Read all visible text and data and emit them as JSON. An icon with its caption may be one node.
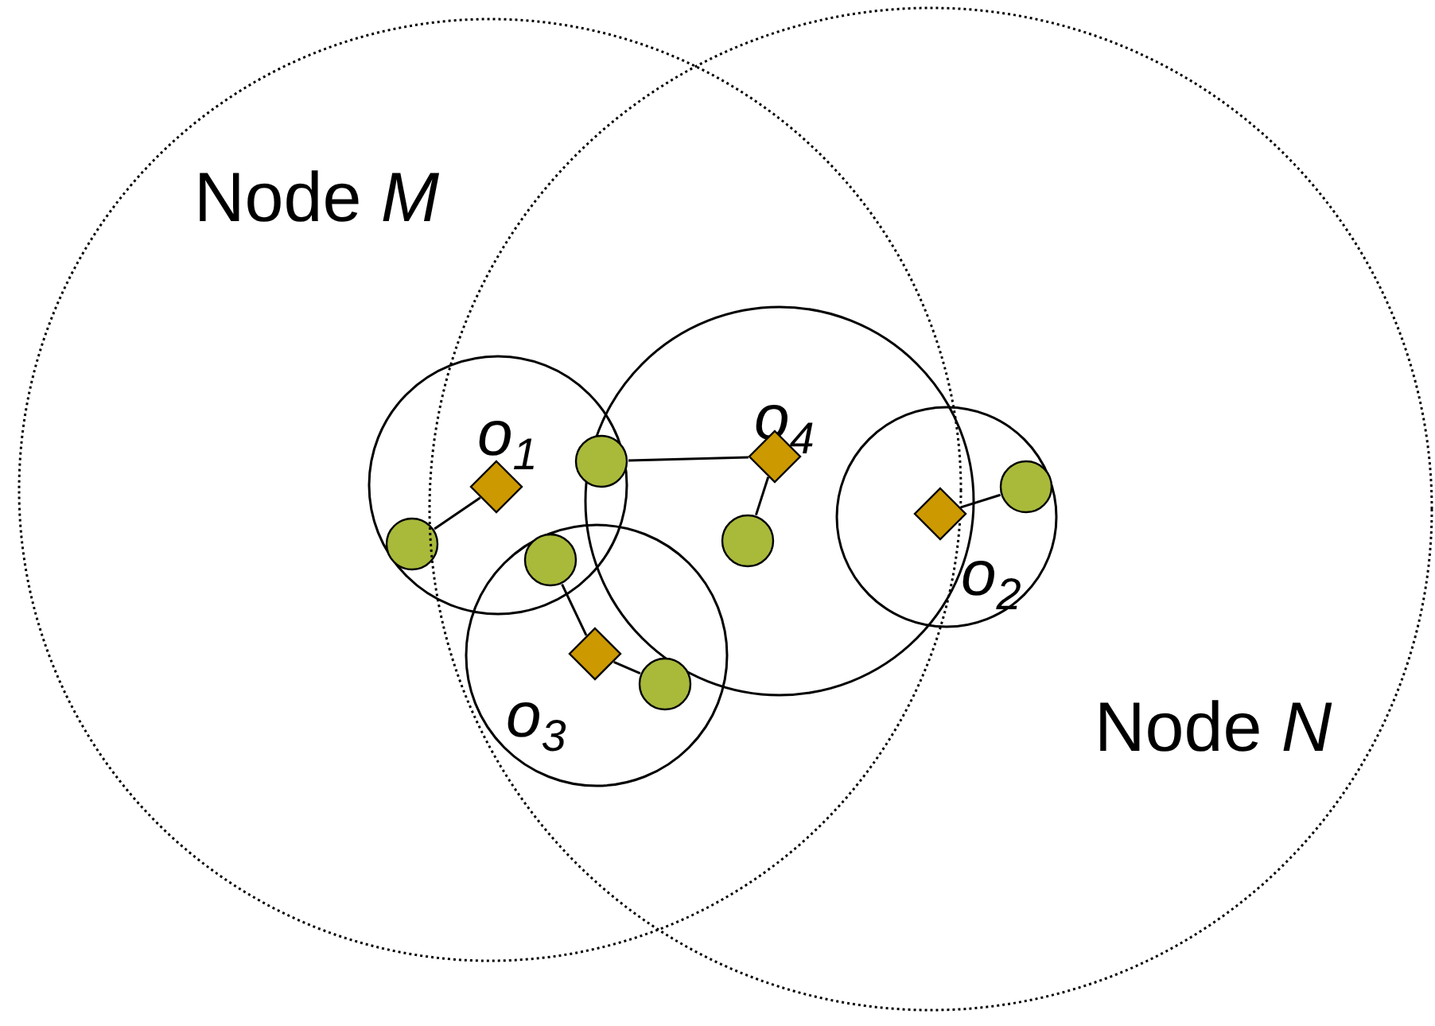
{
  "diagram": {
    "nodes": [
      {
        "text": [
          "Node *M*"
        ]
      },
      {
        "text": [
          "Node *N*"
        ]
      },
      {
        "text": [
          "o$_{1}$"
        ],
        "in": 0
      },
      {
        "text": [
          "o$_{4}$"
        ]
      },
      {
        "text": [
          "o$_{2}$"
        ],
        "in": 1
      },
      {
        "text": [
          "o$_{3}$"
        ]
      },
      {
        "text": [],
        "shape": "diamond"
      },
      {
        "text": [],
        "shape": "diamond",
        "in": 5
      },
      {
        "text": [],
        "shape": "diamond",
        "in": 3
      },
      {
        "text": [],
        "shape": "diamond"
      },
      {
        "text": [],
        "shape": "circle",
        "in": 2
      },
      {
        "text": [],
        "shape": "circle"
      },
      {
        "text": [],
        "shape": "circle"
      },
      {
        "text": [],
        "shape": "circle",
        "in": 5
      },
      {
        "text": [],
        "shape": "circle",
        "in": 3
      },
      {
        "text": [],
        "shape": "circle",
        "in": 4
      }
    ],
    "edges": [
      {
        "from": 6,
        "to": 10,
        "arrow": "none"
      },
      {
        "from": 12,
        "to": 8,
        "arrow": "none"
      },
      {
        "from": 8,
        "to": 14,
        "arrow": "none"
      },
      {
        "from": 9,
        "to": 15,
        "arrow": "none"
      },
      {
        "from": 11,
        "to": 7,
        "arrow": "none"
      },
      {
        "from": 7,
        "to": 13,
        "arrow": "none"
      }
    ]
  }
}
